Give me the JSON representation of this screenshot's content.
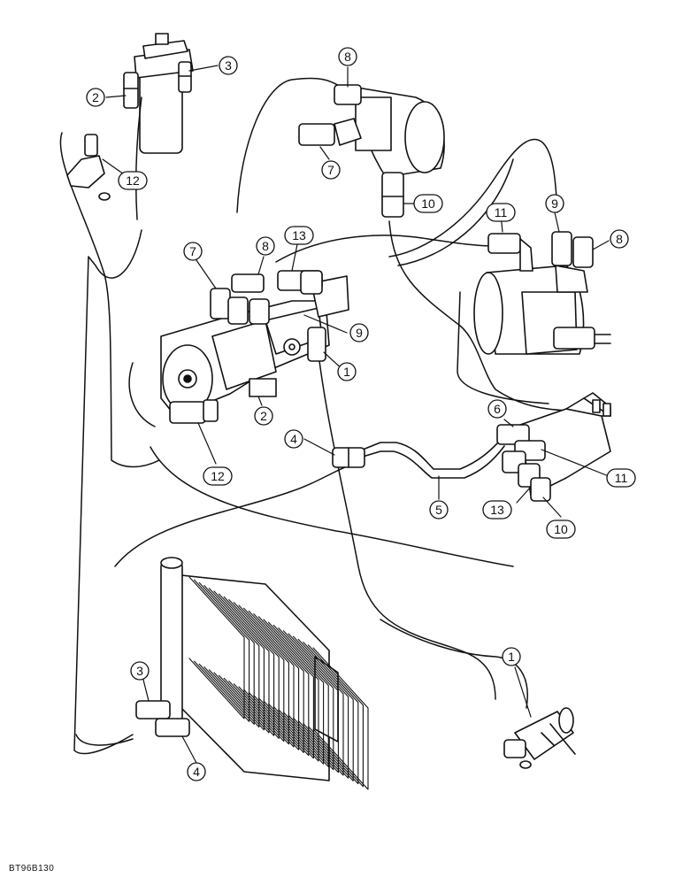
{
  "figure_code": "BT96B130",
  "callouts": [
    {
      "id": "c-2-filter",
      "label": "2",
      "part": "filter-head-fitting"
    },
    {
      "id": "c-3-filter",
      "label": "3",
      "part": "filter-head-fitting"
    },
    {
      "id": "c-8-top",
      "label": "8",
      "part": "motor-fitting"
    },
    {
      "id": "c-7-top",
      "label": "7",
      "part": "motor-fitting"
    },
    {
      "id": "c-10-top",
      "label": "10",
      "part": "motor-fitting"
    },
    {
      "id": "c-12-left",
      "label": "12",
      "part": "elbow-fitting"
    },
    {
      "id": "c-11-right",
      "label": "11",
      "part": "motor-fitting"
    },
    {
      "id": "c-9-right",
      "label": "9",
      "part": "motor-fitting"
    },
    {
      "id": "c-8-right",
      "label": "8",
      "part": "motor-fitting"
    },
    {
      "id": "c-7-pump",
      "label": "7",
      "part": "pump-fitting"
    },
    {
      "id": "c-8-pump",
      "label": "8",
      "part": "pump-fitting"
    },
    {
      "id": "c-13-pump",
      "label": "13",
      "part": "pump-fitting"
    },
    {
      "id": "c-9-pump",
      "label": "9",
      "part": "pump-fitting"
    },
    {
      "id": "c-1-pump",
      "label": "1",
      "part": "pump-fitting"
    },
    {
      "id": "c-2-pump",
      "label": "2",
      "part": "pump-fitting"
    },
    {
      "id": "c-12-pump",
      "label": "12",
      "part": "pump-fitting"
    },
    {
      "id": "c-4-tube",
      "label": "4",
      "part": "tube-fitting"
    },
    {
      "id": "c-5-tube",
      "label": "5",
      "part": "steel-tube"
    },
    {
      "id": "c-6-valve",
      "label": "6",
      "part": "valve-fitting"
    },
    {
      "id": "c-11-valve",
      "label": "11",
      "part": "valve-fitting"
    },
    {
      "id": "c-13-valve",
      "label": "13",
      "part": "valve-fitting"
    },
    {
      "id": "c-10-valve",
      "label": "10",
      "part": "valve-fitting"
    },
    {
      "id": "c-3-cooler",
      "label": "3",
      "part": "cooler-fitting"
    },
    {
      "id": "c-4-cooler",
      "label": "4",
      "part": "cooler-fitting"
    },
    {
      "id": "c-1-bottom",
      "label": "1",
      "part": "loose-fitting"
    }
  ]
}
